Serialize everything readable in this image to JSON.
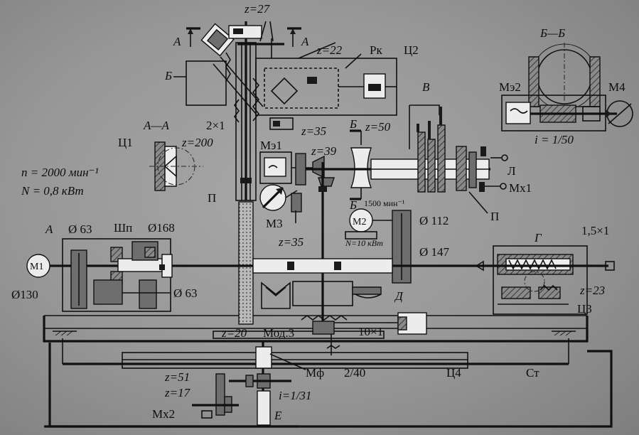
{
  "labels": {
    "z27": "z=27",
    "z22": "z=22",
    "rk": "Рк",
    "c2": "Ц2",
    "sec_bb": "Б—Б",
    "aa_left_arrow": "А",
    "aa_right_arrow": "А",
    "b_left": "Б",
    "v": "В",
    "me2": "Мэ2",
    "m4": "М4",
    "i150": "i = 1/50",
    "two_x_one": "2×1",
    "sec_aa": "А—А",
    "c1": "Ц1",
    "z200": "z=200",
    "z35_top": "z=35",
    "b_top": "Б",
    "z50": "z=50",
    "me1": "Мэ1",
    "z39": "z=39",
    "l": "Л",
    "n_speed": "n = 2000 мин⁻¹",
    "n_power": "N = 0,8 кВт",
    "p_left": "П",
    "mx1": "Мх1",
    "b_bottom": "Б",
    "m2_speed": "1500 мин⁻¹",
    "m2": "М2",
    "m2_power": "N=10 кВт",
    "d112": "Ø 112",
    "p_right": "П",
    "m3": "М3",
    "z35_bottom": "z=35",
    "a_label": "А",
    "d63_top": "Ø 63",
    "shp": "Шп",
    "d168": "Ø168",
    "g": "Г",
    "pitch15": "1,5×1",
    "m1": "М1",
    "d147": "Ø 147",
    "d130": "Ø130",
    "d63_bottom": "Ø 63",
    "d": "Д",
    "z23": "z=23",
    "c3": "Ц3",
    "z20": "z=20",
    "mod3": "Мод.3",
    "ten_x_one": "10×1",
    "mf": "Мф",
    "two_40": "2/40",
    "c4": "Ц4",
    "st": "Ст",
    "z51": "z=51",
    "z17": "z=17",
    "i131": "i=1/31",
    "mx2": "Мх2",
    "e": "Е"
  }
}
